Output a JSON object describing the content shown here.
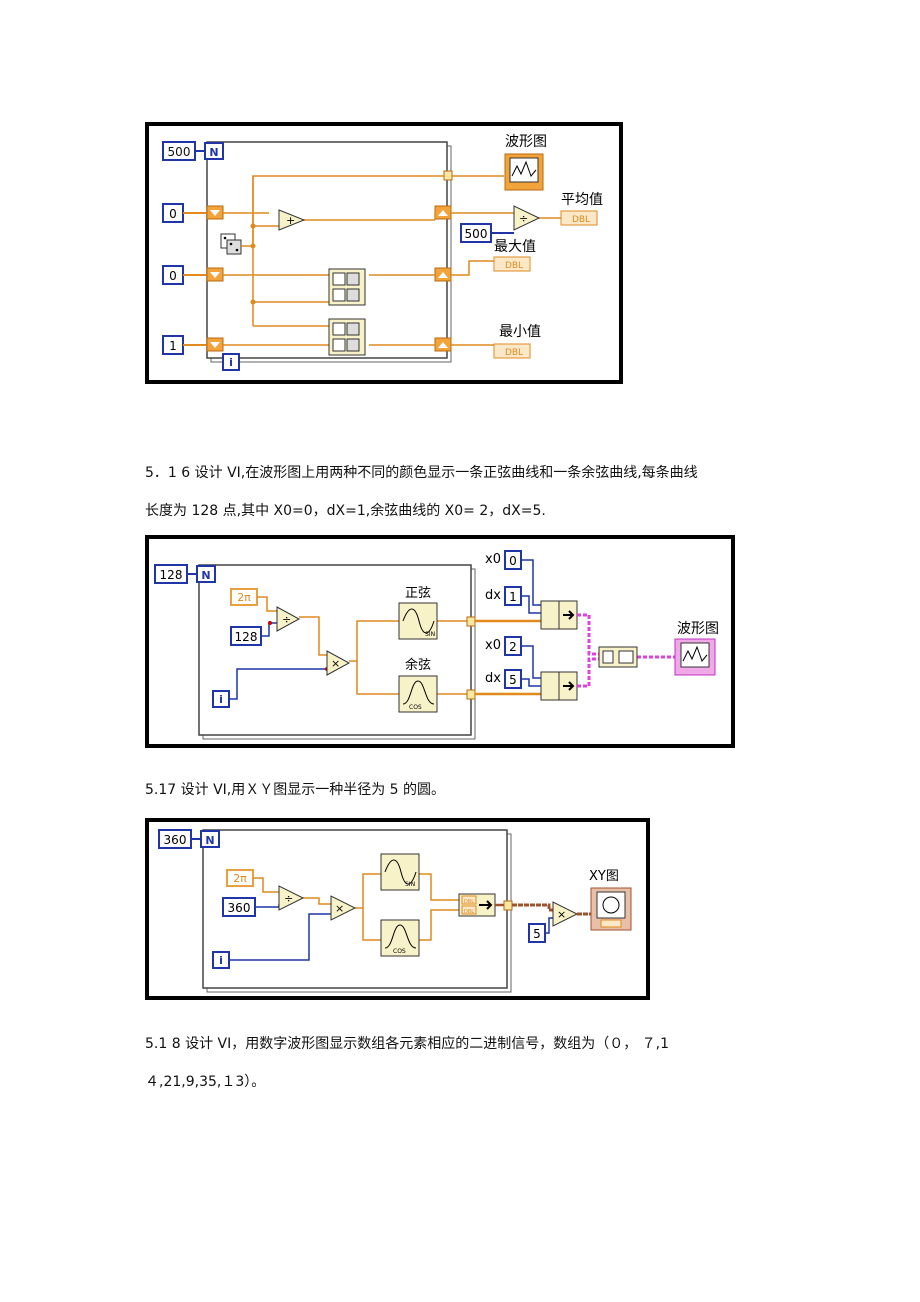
{
  "diagram1": {
    "loop_count": "500",
    "loop_terminal": "N",
    "iteration_terminal": "i",
    "shift_init_a": "0",
    "shift_init_b": "0",
    "shift_init_c": "1",
    "divisor": "500",
    "add_symbol": "+",
    "divide_symbol": "÷",
    "waveform_label": "波形图",
    "average_label": "平均值",
    "max_label": "最大值",
    "min_label": "最小值",
    "dbl_tag": "DBL"
  },
  "para_5_16": {
    "line1": "5．1 6  设计 VI,在波形图上用两种不同的颜色显示一条正弦曲线和一条余弦曲线,每条曲线",
    "line2": "长度为 128 点,其中 X0=0，dX=1,余弦曲线的 X0= 2，dX=5."
  },
  "diagram2": {
    "loop_count": "128",
    "loop_terminal": "N",
    "iteration_terminal": "i",
    "two_pi": "2π",
    "divisor": "128",
    "divide_symbol": "÷",
    "multiply_symbol": "×",
    "sine_label": "正弦",
    "cosine_label": "余弦",
    "sin_tag": "SIN",
    "cos_tag": "COS",
    "x0_label_1": "x0",
    "x0_value_1": "0",
    "dx_label_1": "dx",
    "dx_value_1": "1",
    "x0_label_2": "x0",
    "x0_value_2": "2",
    "dx_label_2": "dx",
    "dx_value_2": "5",
    "waveform_label": "波形图"
  },
  "para_5_17": {
    "line1": "5.17  设计 VI,用ＸＹ图显示一种半径为 5 的圆。"
  },
  "diagram3": {
    "loop_count": "360",
    "loop_terminal": "N",
    "iteration_terminal": "i",
    "two_pi": "2π",
    "divisor": "360",
    "divide_symbol": "÷",
    "multiply_symbol": "×",
    "sin_tag": "SIN",
    "cos_tag": "COS",
    "radius": "5",
    "xy_label": "XY图",
    "dbl_tag": "DBL"
  },
  "para_5_18": {
    "line1": "5.1 8  设计 VI，用数字波形图显示数组各元素相应的二进制信号，数组为（０， ７,1",
    "line2": "４,21,9,35,１3）。"
  },
  "colors": {
    "numeric_blue": "#1f35a8",
    "wire_orange": "#e08a1e",
    "wire_pink": "#e040e0",
    "wire_brown": "#a0522d",
    "node_fill": "#f8f2c8",
    "const_orange": "#e8a040"
  }
}
